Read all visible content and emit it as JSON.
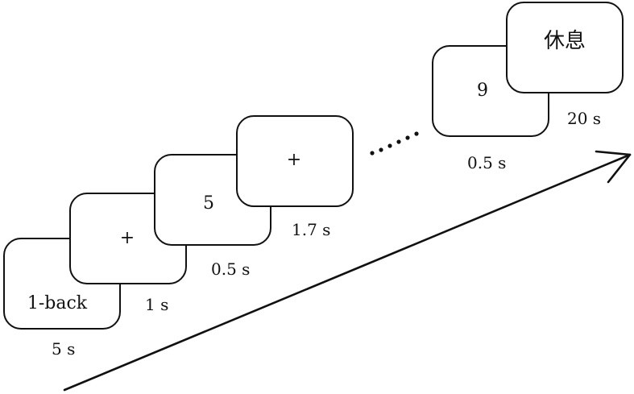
{
  "sequence": [
    {
      "stimulus": "1-back",
      "duration": "5 s"
    },
    {
      "stimulus": "+",
      "duration": "1 s"
    },
    {
      "stimulus": "5",
      "duration": "0.5 s"
    },
    {
      "stimulus": "+",
      "duration": "1.7 s"
    },
    {
      "stimulus": "9",
      "duration": "0.5 s"
    },
    {
      "stimulus": "休息",
      "duration": "20 s"
    }
  ],
  "ellipsis": "……",
  "colors": {
    "line": "#111111",
    "background": "#ffffff"
  }
}
